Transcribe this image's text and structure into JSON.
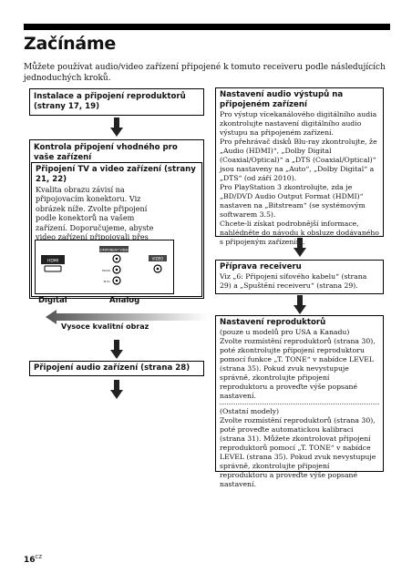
{
  "page": {
    "title": "Začínáme",
    "intro": "Můžete používat audio/video zařízení připojené k tomuto receiveru podle následujících jednoduchých kroků.",
    "page_number": "16",
    "page_suffix": "CZ"
  },
  "left": {
    "step1": "Instalace a připojení reproduktorů (strany 17, 19)",
    "step2": "Kontrola připojení vhodného pro vaše zařízení",
    "step2_sub_heading": "Připojení TV a video zařízení (strany 21, 22)",
    "step2_sub_text": "Kvalita obrazu závisí na připojovacím konektoru. Viz obrázek níže. Zvolte připojení podle konektorů na vašem zařízení. Doporučujeme, abyste video zařízení připojovali přes připojení HDMI, pokud má konektory HDMI.",
    "diagram": {
      "hdmi_label": "HDMI",
      "component_label": "COMPONENT VIDEO",
      "video_label": "VIDEO",
      "digital": "Digital",
      "analog": "Analog",
      "quality": "Vysoce kvalitní obraz"
    },
    "step3": "Připojení audio zařízení (strana 28)"
  },
  "right": {
    "audio_heading": "Nastavení audio výstupů na připojeném zařízení",
    "audio_text": "Pro výstup vícekanálového digitálního audia zkontrolujte nastavení digitálního audio výstupu na připojeném zařízení.\nPro přehrávač disků Blu-ray zkontrolujte, že „Audio (HDMI)“, „Dolby Digital (Coaxial/Optical)“ a „DTS (Coaxial/Optical)“ jsou nastaveny na „Auto“, „Dolby Digital“ a „DTS“ (od září 2010).\nPro PlayStation 3 zkontrolujte, zda je „BD/DVD Audio Output Format (HDMI)“ nastaven na „Bitstream“ (se systémovým softwarem 3.5).\nChcete-li získat podrobnější informace, nahlédněte do návodu k obsluze dodávaného s připojeným zařízením.",
    "prep_heading": "Příprava receiveru",
    "prep_text": "Viz „6: Připojení síťového kabelu“ (strana 29) a „Spuštění receiveru“ (strana 29).",
    "spk_heading": "Nastavení reproduktorů",
    "spk_text1": "(pouze u modelů pro USA a Kanadu)\nZvolte rozmístění reproduktorů (strana 30), poté zkontrolujte připojení reproduktoru pomocí funkce „T. TONE“ v nabídce LEVEL (strana 35). Pokud zvuk nevystupuje správně, zkontrolujte připojení reproduktoru a proveďte výše popsané nastavení.",
    "spk_text2": "(Ostatní modely)\nZvolte rozmístění reproduktorů (strana 30), poté proveďte automatickou kalibraci (strana 31). Můžete zkontrolovat připojení reproduktorů pomocí „T. TONE“ v nabídce LEVEL (strana 35). Pokud zvuk nevystupuje správně, zkontrolujte připojení reproduktoru a proveďte výše popsané nastavení."
  }
}
